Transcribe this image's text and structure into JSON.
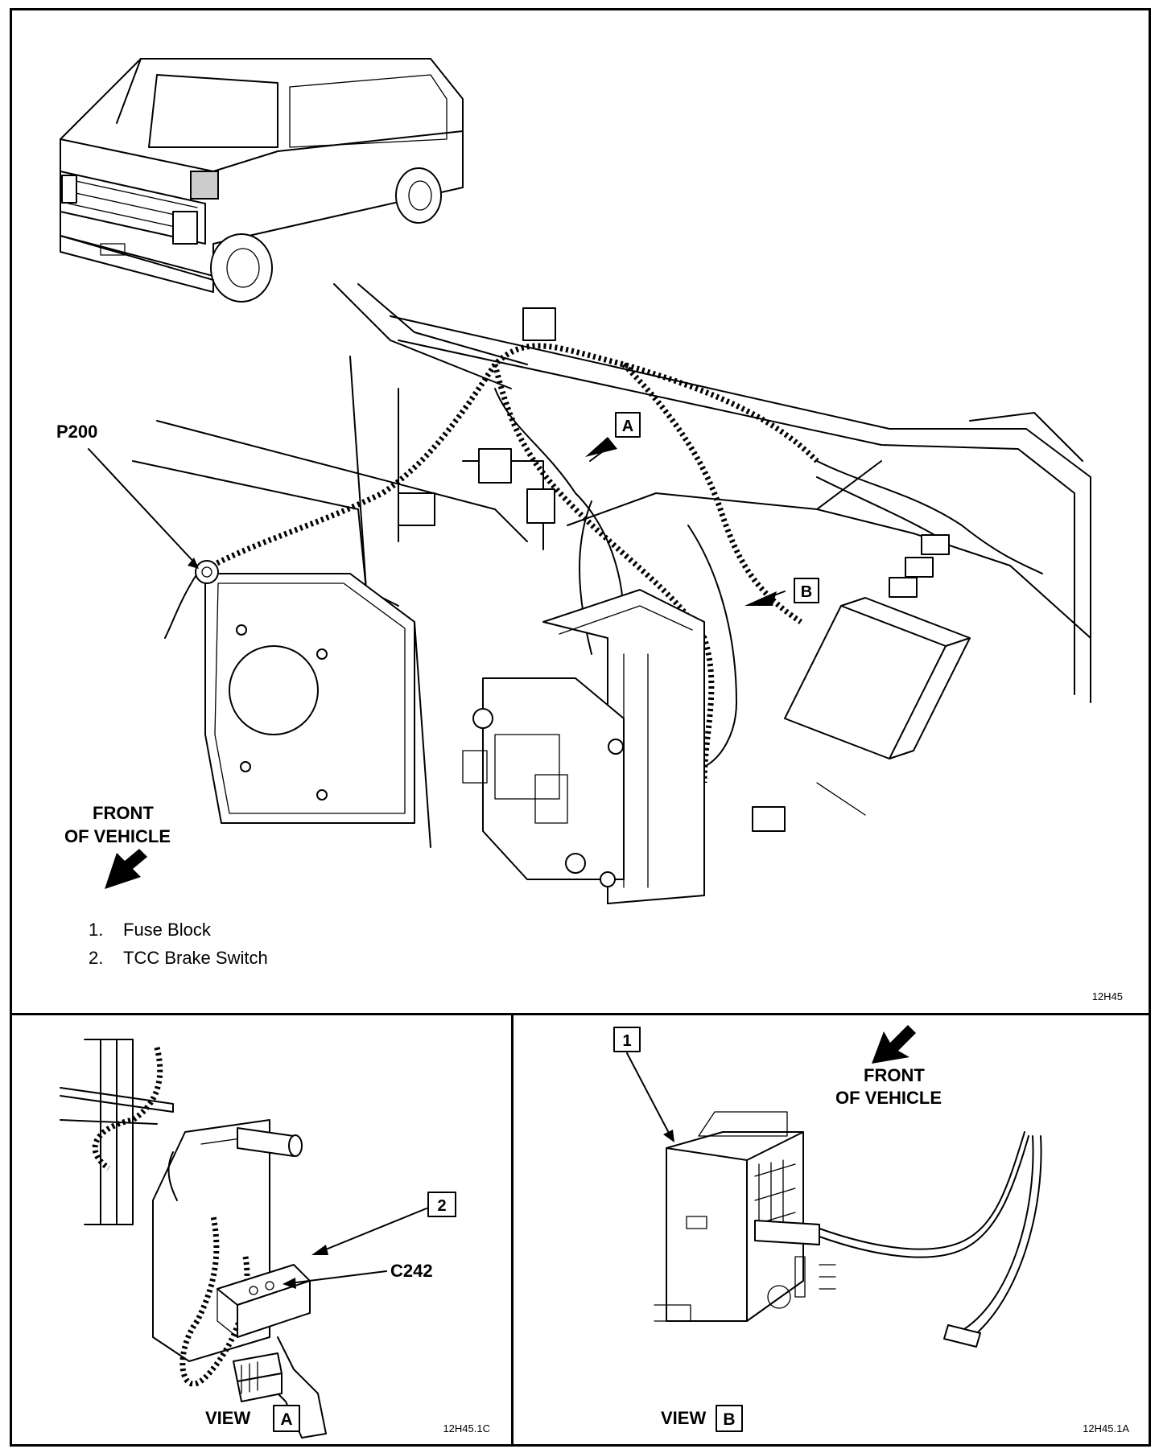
{
  "main": {
    "callout_p200": "P200",
    "view_a_marker": "A",
    "view_b_marker": "B",
    "front_line1": "FRONT",
    "front_line2": "OF VEHICLE",
    "legend": [
      {
        "num": "1.",
        "text": "Fuse Block"
      },
      {
        "num": "2.",
        "text": "TCC Brake Switch"
      }
    ],
    "figure_id": "12H45"
  },
  "view_a": {
    "item_number": "2",
    "connector_label": "C242",
    "title": "VIEW",
    "title_box": "A",
    "figure_id": "12H45.1C"
  },
  "view_b": {
    "item_number": "1",
    "front_line1": "FRONT",
    "front_line2": "OF VEHICLE",
    "title": "VIEW",
    "title_box": "B",
    "figure_id": "12H45.1A"
  },
  "icons": [
    "van-icon",
    "direction-arrow-icon",
    "callout-arrow-icon"
  ]
}
